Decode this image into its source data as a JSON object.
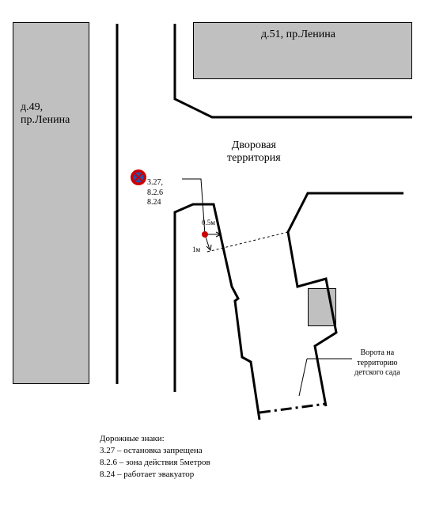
{
  "buildings": {
    "left": {
      "label_line1": "д.49,",
      "label_line2": "пр.Ленина",
      "color": "#c0c0c0"
    },
    "top": {
      "label": "д.51, пр.Ленина",
      "color": "#c0c0c0"
    },
    "gate_box": {
      "color": "#c0c0c0"
    }
  },
  "yard_label": {
    "line1": "Дворовая",
    "line2": "территория"
  },
  "sign": {
    "icon": "no-stopping-sign-icon",
    "codes": [
      "3.27,",
      "8.2.6",
      "8.24"
    ],
    "colors": {
      "ring": "#cc0000",
      "field": "#2d4fa8"
    }
  },
  "measurements": {
    "horizontal": "0.5м",
    "vertical": "1м"
  },
  "gate_label": {
    "line1": "Ворота на",
    "line2": "территорию",
    "line3": "детского сада"
  },
  "legend": {
    "title": "Дорожные знаки:",
    "items": [
      "3.27 – остановка запрещена",
      "8.2.6 – зона действия 5метров",
      "8.24 – работает эвакуатор"
    ]
  },
  "marker_color": "#cc0000"
}
